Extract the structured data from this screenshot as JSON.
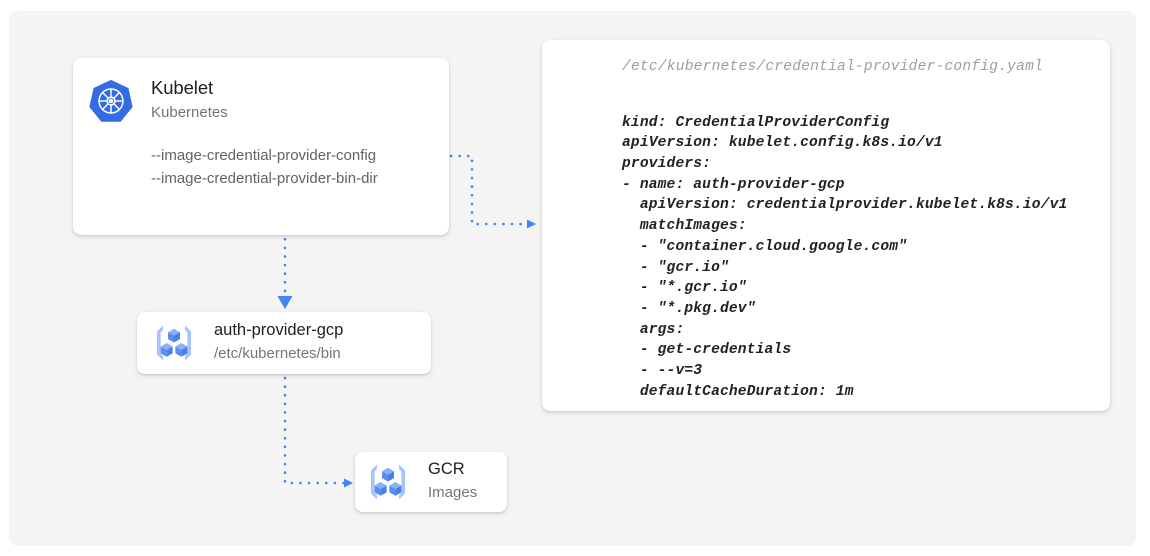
{
  "theme": {
    "panel_bg": "#f4f4f4",
    "card_bg": "#ffffff",
    "accent_blue": "#4285f4",
    "connector_blue": "#4285f4",
    "title_color": "#1f1f1f",
    "subtitle_color": "#757575",
    "code_color": "#222222",
    "code_filename_color": "#9e9e9e"
  },
  "kubelet": {
    "icon": "kubernetes-logo-icon",
    "title": "Kubelet",
    "subtitle": "Kubernetes",
    "flags": [
      "--image-credential-provider-config",
      "--image-credential-provider-bin-dir"
    ]
  },
  "auth_provider": {
    "icon": "container-registry-icon",
    "title": "auth-provider-gcp",
    "subtitle": "/etc/kubernetes/bin"
  },
  "gcr": {
    "icon": "container-registry-icon",
    "title": "GCR",
    "subtitle": "Images"
  },
  "config_file": {
    "filename": "/etc/kubernetes/credential-provider-config.yaml",
    "content": "kind: CredentialProviderConfig\napiVersion: kubelet.config.k8s.io/v1\nproviders:\n- name: auth-provider-gcp\n  apiVersion: credentialprovider.kubelet.k8s.io/v1\n  matchImages:\n  - \"container.cloud.google.com\"\n  - \"gcr.io\"\n  - \"*.gcr.io\"\n  - \"*.pkg.dev\"\n  args:\n  - get-credentials\n  - --v=3\n  defaultCacheDuration: 1m"
  },
  "connectors": [
    {
      "name": "kubelet-to-config-file",
      "from": "kubelet.flags.0",
      "to": "config_file",
      "style": "dotted",
      "arrow": "end"
    },
    {
      "name": "kubelet-to-auth-provider",
      "from": "kubelet",
      "to": "auth_provider",
      "style": "dotted",
      "arrow": "end"
    },
    {
      "name": "auth-provider-to-gcr",
      "from": "auth_provider",
      "to": "gcr",
      "style": "dotted",
      "arrow": "end"
    }
  ]
}
